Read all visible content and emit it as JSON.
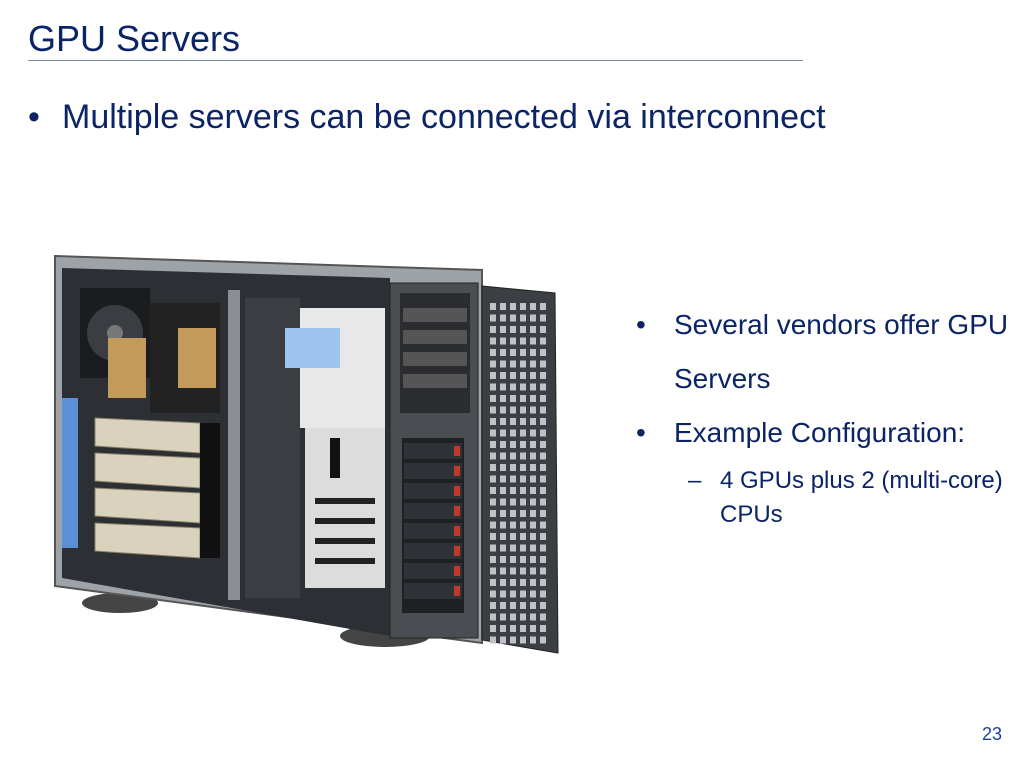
{
  "slide": {
    "title": "GPU Servers",
    "main_bullet": "Multiple servers can be connected via interconnect",
    "right_bullets": [
      {
        "text": "Several vendors offer GPU Servers"
      },
      {
        "text": "Example Configuration:"
      }
    ],
    "sub_bullet": "4 GPUs plus 2 (multi-core) CPUs",
    "page_number": "23"
  },
  "icons": {
    "main_bullet": "bullet-dot",
    "sub_bullet": "en-dash"
  },
  "colors": {
    "text": "#0b2466",
    "rule": "#7a8bb0",
    "page_number": "#1f3f99"
  }
}
